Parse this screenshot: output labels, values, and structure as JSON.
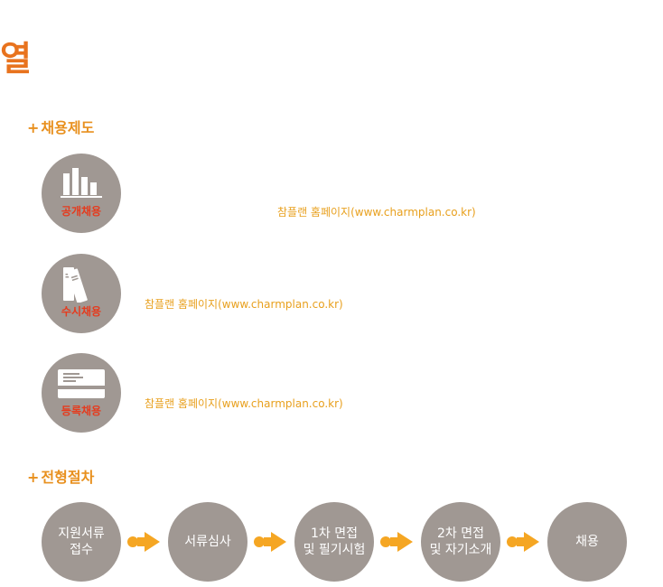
{
  "page": {
    "title": "열"
  },
  "recruit_system": {
    "heading_plus": "+",
    "heading": "채용제도",
    "items": [
      {
        "label": "공개채용",
        "icon": "bar-chart-icon",
        "link": "참플랜 홈페이지(www.charmplan.co.kr)"
      },
      {
        "label": "수시채용",
        "icon": "books-icon",
        "link": "참플랜 홈페이지(www.charmplan.co.kr)"
      },
      {
        "label": "등록채용",
        "icon": "card-icon",
        "link": "참플랜 홈페이지(www.charmplan.co.kr)"
      }
    ]
  },
  "process": {
    "heading_plus": "+",
    "heading": "전형절차",
    "steps": [
      {
        "line1": "지원서류",
        "line2": "접수"
      },
      {
        "line1": "서류심사",
        "line2": ""
      },
      {
        "line1": "1차 면접",
        "line2": "및 필기시험"
      },
      {
        "line1": "2차 면접",
        "line2": "및 자기소개"
      },
      {
        "line1": "채용",
        "line2": ""
      }
    ]
  },
  "colors": {
    "accent": "#e8731e",
    "circle": "#a09893",
    "label_red": "#e53b1e",
    "arrow": "#f5a623",
    "link": "#e8a01e"
  }
}
